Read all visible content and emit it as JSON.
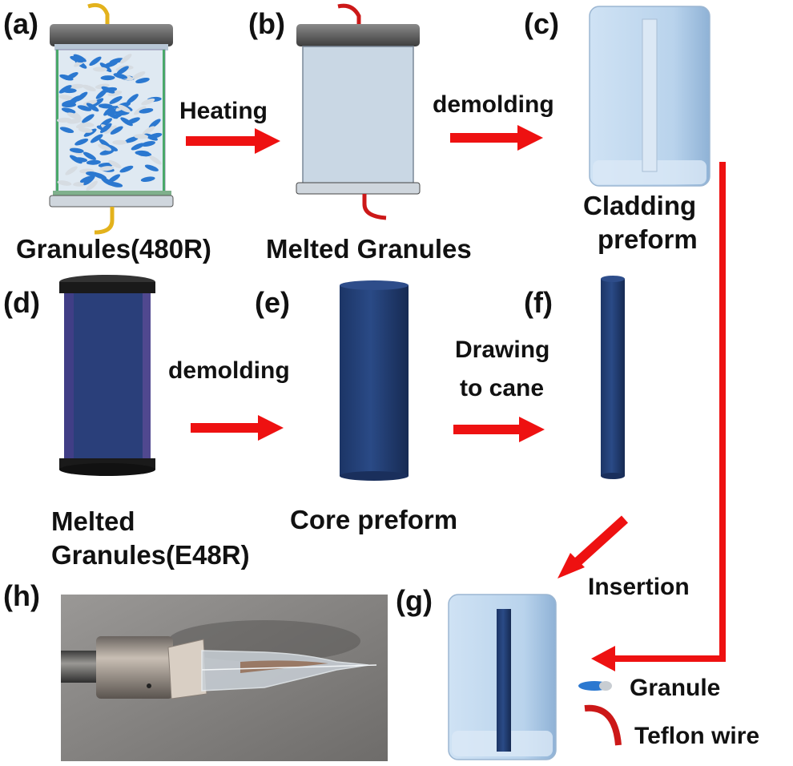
{
  "panels": {
    "a": {
      "letter": "(a)",
      "caption": "Granules(480R)"
    },
    "b": {
      "letter": "(b)",
      "caption": "Melted Granules"
    },
    "c": {
      "letter": "(c)",
      "caption_line1": "Cladding",
      "caption_line2": "preform"
    },
    "d": {
      "letter": "(d)",
      "caption_line1": "Melted",
      "caption_line2": "Granules(E48R)"
    },
    "e": {
      "letter": "(e)",
      "caption": "Core preform"
    },
    "f": {
      "letter": "(f)"
    },
    "g": {
      "letter": "(g)"
    },
    "h": {
      "letter": "(h)"
    }
  },
  "arrows": {
    "heating": "Heating",
    "demolding_top": "demolding",
    "demolding_mid": "demolding",
    "drawing_line1": "Drawing",
    "drawing_line2": "to cane",
    "insertion": "Insertion"
  },
  "legend": {
    "granule": "Granule",
    "teflon": "Teflon wire"
  },
  "colors": {
    "arrow": "#ee1111",
    "core_blue": "#1f3a6e",
    "cladding_blue": "#bcd6ee",
    "granule_blue": "#2b78d0",
    "teflon_red": "#cc1818",
    "teflon_yellow": "#e3b21c"
  }
}
